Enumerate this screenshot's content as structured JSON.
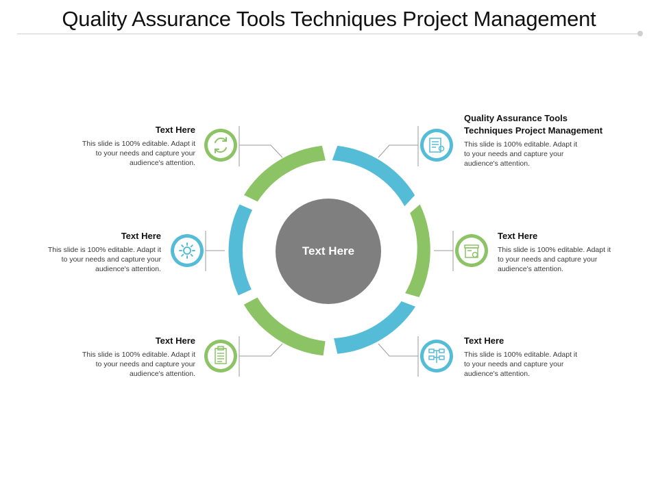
{
  "title": "Quality Assurance Tools Techniques Project Management",
  "center_label": "Text Here",
  "colors": {
    "green": "#8cc365",
    "blue": "#55bcd8",
    "center": "#7f7f7f",
    "connector": "#9a9a9a"
  },
  "items": [
    {
      "position": "top-left",
      "heading": "Text Here",
      "body": "This slide is 100% editable. Adapt it\nto your needs and capture your\naudience's attention.",
      "icon": "refresh-icon",
      "color": "green"
    },
    {
      "position": "top-right",
      "heading": "Quality Assurance  Tools\nTechniques Project Management",
      "body": "This slide is 100% editable. Adapt it\nto your needs and capture your\naudience's attention.",
      "icon": "checklist-icon",
      "color": "blue"
    },
    {
      "position": "middle-left",
      "heading": "Text Here",
      "body": "This slide is 100% editable. Adapt it\nto your needs and capture your\naudience's attention.",
      "icon": "gear-icon",
      "color": "blue"
    },
    {
      "position": "middle-right",
      "heading": "Text Here",
      "body": "This slide is 100% editable. Adapt it\nto your needs and capture your\naudience's attention.",
      "icon": "store-icon",
      "color": "green"
    },
    {
      "position": "bottom-left",
      "heading": "Text Here",
      "body": "This slide is 100% editable. Adapt it\nto your needs and capture your\naudience's attention.",
      "icon": "clipboard-icon",
      "color": "green"
    },
    {
      "position": "bottom-right",
      "heading": "Text Here",
      "body": "This slide is 100% editable. Adapt it\nto your needs and capture your\naudience's attention.",
      "icon": "flowchart-icon",
      "color": "blue"
    }
  ]
}
